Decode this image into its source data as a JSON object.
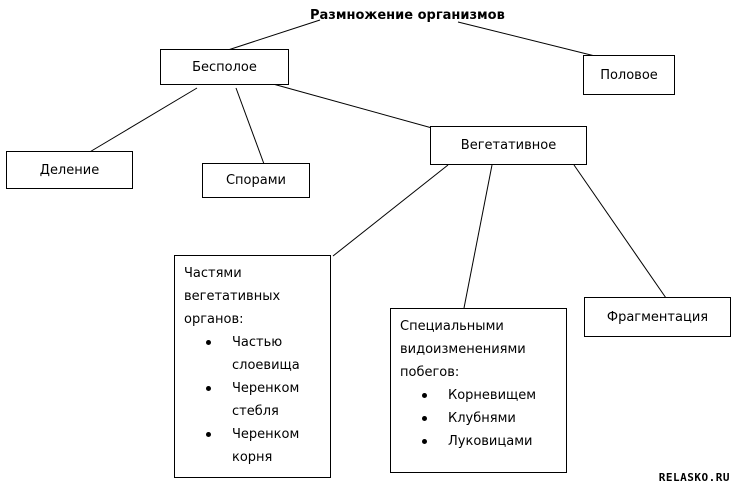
{
  "diagram": {
    "title": "Размножение организмов",
    "nodes": {
      "asexual": {
        "label": "Бесполое"
      },
      "sexual": {
        "label": "Половое"
      },
      "division": {
        "label": "Деление"
      },
      "spores": {
        "label": "Спорами"
      },
      "vegetative": {
        "label": "Вегетативное"
      },
      "fragmentation": {
        "label": "Фрагментация"
      },
      "veg_organs": {
        "lines": [
          "Частями",
          "вегетативных",
          "органов:"
        ],
        "items": [
          [
            "Частью",
            "слоевища"
          ],
          [
            "Черенком",
            "стебля"
          ],
          [
            "Черенком",
            "корня"
          ]
        ]
      },
      "modifications": {
        "lines": [
          "Специальными",
          "видоизменениями",
          "побегов:"
        ],
        "items": [
          "Корневищем",
          "Клубнями",
          "Луковицами"
        ]
      }
    },
    "watermark": "RELASKO.RU"
  }
}
